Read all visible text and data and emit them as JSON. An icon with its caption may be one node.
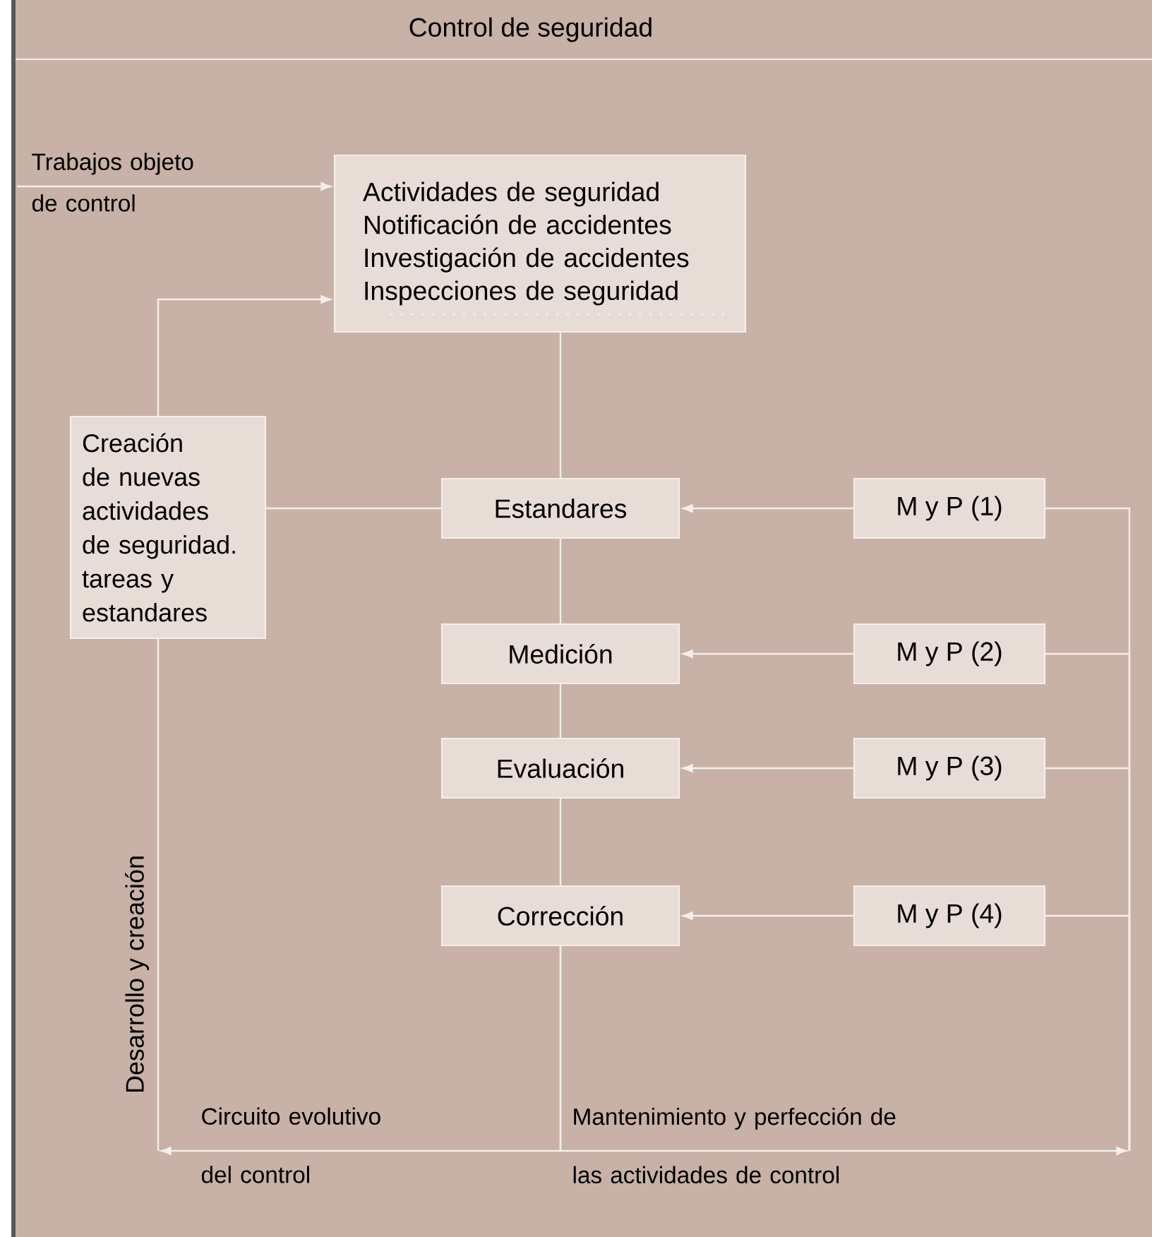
{
  "diagram": {
    "title": "Control de seguridad",
    "nodes": [
      {
        "text": [
          "Actividades de seguridad",
          "Notificación de accidentes",
          "Investigación de accidentes",
          "Inspecciones de seguridad"
        ]
      },
      {
        "text": [
          "Creación de nuevas actividades de seguridad. tareas y estandares"
        ]
      },
      {
        "text": [
          "Estandares"
        ]
      },
      {
        "text": [
          "Medición"
        ]
      },
      {
        "text": [
          "Evaluación"
        ]
      },
      {
        "text": [
          "Corrección"
        ]
      },
      {
        "text": [
          "M y P (1)"
        ]
      },
      {
        "text": [
          "M y P (2)"
        ]
      },
      {
        "text": [
          "M y P (3)"
        ]
      },
      {
        "text": [
          "M y P (4)"
        ]
      }
    ],
    "edges": [
      {
        "from": null,
        "to": 0,
        "arrow": "to",
        "label": "Trabajos objeto de control"
      },
      {
        "from": 1,
        "to": 0,
        "arrow": "to"
      },
      {
        "from": 0,
        "to": 2,
        "arrow": "none"
      },
      {
        "from": 2,
        "to": 3,
        "arrow": "none"
      },
      {
        "from": 3,
        "to": 4,
        "arrow": "none"
      },
      {
        "from": 4,
        "to": 5,
        "arrow": "none"
      },
      {
        "from": 1,
        "to": 2,
        "arrow": "none"
      },
      {
        "from": 6,
        "to": 2,
        "arrow": "to"
      },
      {
        "from": 7,
        "to": 3,
        "arrow": "to"
      },
      {
        "from": 8,
        "to": 4,
        "arrow": "to"
      },
      {
        "from": 9,
        "to": 5,
        "arrow": "to"
      },
      {
        "from": 5,
        "to": null,
        "arrow": "to",
        "label": "Circuito evolutivo del control"
      },
      {
        "from": 5,
        "to": null,
        "arrow": "to",
        "label": "Mantenimiento y perfección de las actividades de control"
      },
      {
        "from": null,
        "to": 1,
        "arrow": "none"
      },
      {
        "from": null,
        "to": 6,
        "arrow": "none"
      },
      {
        "from": null,
        "to": 7,
        "arrow": "none"
      },
      {
        "from": null,
        "to": 8,
        "arrow": "none"
      },
      {
        "from": null,
        "to": 9,
        "arrow": "none"
      }
    ],
    "labels": [
      "Desarrollo y creación"
    ]
  }
}
